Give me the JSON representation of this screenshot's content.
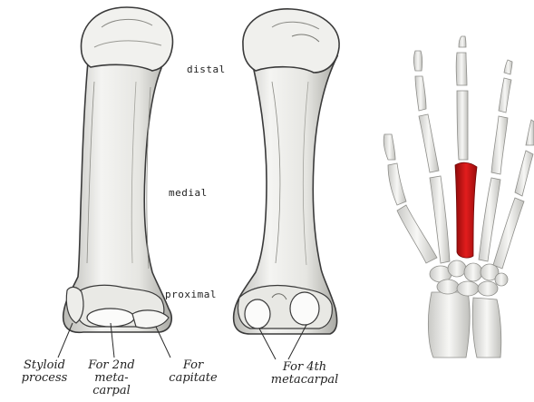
{
  "orientation_labels": {
    "distal": "distal",
    "medial": "medial",
    "proximal": "proximal"
  },
  "callouts": {
    "styloid_process": [
      "Styloid",
      "process"
    ],
    "for_2nd_metacarpal": [
      "For 2nd",
      "meta-",
      "carpal"
    ],
    "for_capitate": [
      "For",
      "capitate"
    ],
    "for_4th_metacarpal": [
      "For 4th",
      "metacarpal"
    ]
  },
  "colors": {
    "bone_fill": "#f3f3f1",
    "bone_shade": "#d4d4cf",
    "line_ink": "#3a3a3a",
    "highlight_bone": "#cc1111"
  }
}
